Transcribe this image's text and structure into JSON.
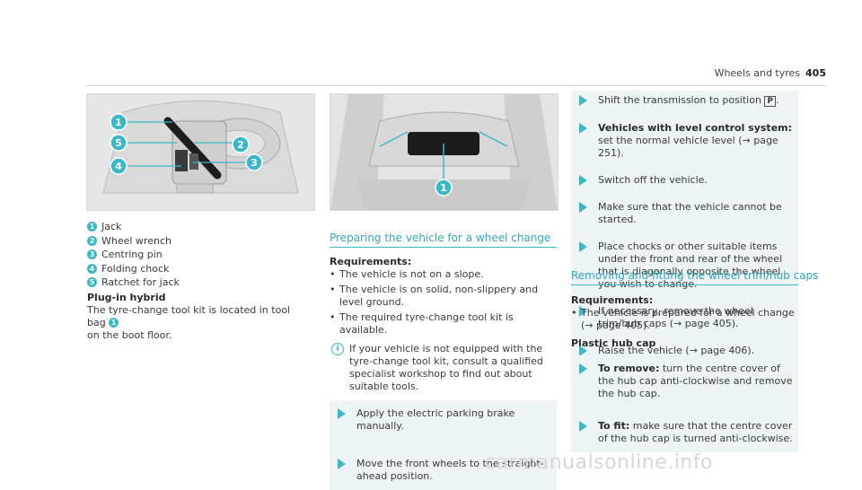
{
  "header": {
    "section": "Wheels and tyres",
    "page": "405"
  },
  "figure1": {
    "markers": [
      "1",
      "5",
      "4",
      "2",
      "3"
    ],
    "legend": [
      {
        "num": "1",
        "label": "Jack"
      },
      {
        "num": "2",
        "label": "Wheel wrench"
      },
      {
        "num": "3",
        "label": "Centring pin"
      },
      {
        "num": "4",
        "label": "Folding chock"
      },
      {
        "num": "5",
        "label": "Ratchet for jack"
      }
    ]
  },
  "figure2": {
    "marker": "1"
  },
  "plugin": {
    "title": "Plug-in hybrid",
    "text_before": "The tyre-change tool kit is located in tool bag ",
    "marker": "1",
    "text_after": "on the boot floor."
  },
  "preparing": {
    "title": "Preparing the vehicle for a wheel change",
    "req_label": "Requirements:",
    "bullets": [
      "The vehicle is not on a slope.",
      "The vehicle is on solid, non-slippery and level ground.",
      "The required tyre-change tool kit is available."
    ],
    "note_icon": "i",
    "note": "If your vehicle is not equipped with the tyre-change tool kit, consult a qualified specialist workshop to find out about suitable tools.",
    "steps": [
      "Apply the electric parking brake manually.",
      "Move the front wheels to the straight-ahead position."
    ]
  },
  "steps_col3": [
    {
      "text": "Shift the transmission to position ",
      "symbol": "P",
      "after": "."
    },
    {
      "bold": "Vehicles with level control system:",
      "text": "set the normal vehicle level (→ page 251)."
    },
    {
      "text": "Switch off the vehicle."
    },
    {
      "text": "Make sure that the vehicle cannot be started."
    },
    {
      "text": "Place chocks or other suitable items under the front and rear of the wheel that is diagonally opposite the wheel you wish to change."
    },
    {
      "text": "If necessary, remove the wheel trim/hub caps (→ page 405)."
    },
    {
      "text": "Raise the vehicle (→ page 406)."
    }
  ],
  "removing": {
    "title": "Removing and fitting the wheel trim/hub caps",
    "req_label": "Requirements:",
    "bullet": "The vehicle is prepared for a wheel change (→ page 405).",
    "sub": "Plastic hub cap",
    "steps": [
      {
        "bold": "To remove:",
        "text": "turn the centre cover of the hub cap anti-clockwise and remove the hub cap."
      },
      {
        "bold": "To fit:",
        "text": "make sure that the centre cover of the hub cap is turned anti-clockwise."
      }
    ]
  },
  "watermark": "carmanualsonline.info",
  "colors": {
    "accent": "#3bb8c8",
    "title": "#2fa8bb",
    "step_bg": "#eef4f6"
  }
}
